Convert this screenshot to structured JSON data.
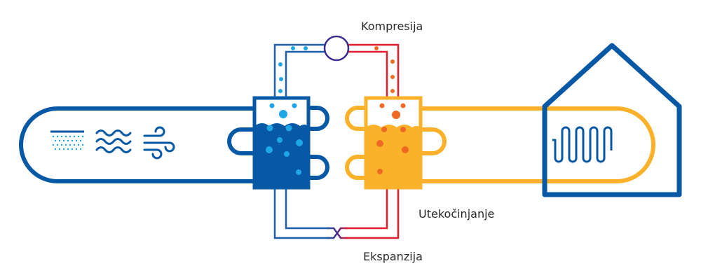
{
  "labels": {
    "compression": "Kompresija",
    "condensation": "Utekočinjanje",
    "expansion": "Ekspanzija"
  },
  "colors": {
    "dark_blue": "#0758a5",
    "light_blue": "#1ea6e6",
    "yellow": "#fbb22a",
    "orange": "#ee6a23",
    "red": "#e31f2f",
    "purple": "#3d2b8e",
    "line_blue": "#1f5fa9"
  },
  "icons": [
    "ground-source-icon",
    "water-source-icon",
    "air-source-icon",
    "compressor-icon",
    "expansion-valve-icon",
    "house-icon",
    "floor-heating-icon"
  ]
}
